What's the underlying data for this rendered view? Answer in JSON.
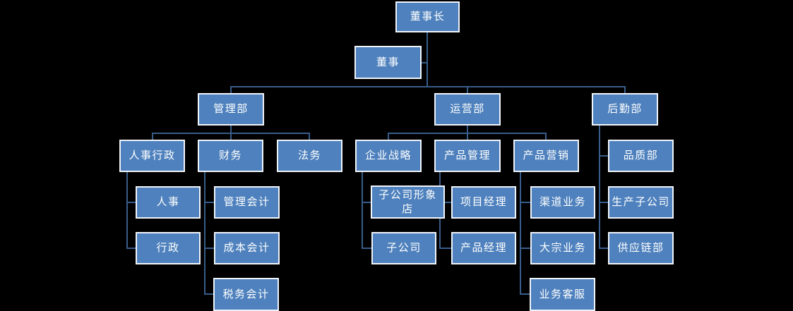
{
  "diagram": {
    "type": "org-chart",
    "colors": {
      "background": "#000000",
      "node_fill": "#4E81BD",
      "node_border": "#F0F4FA",
      "connector": "#385D8A",
      "text": "#FFFFFF"
    }
  },
  "nodes": [
    {
      "id": "chairman",
      "label": "董事长",
      "parent": null
    },
    {
      "id": "director",
      "label": "董事",
      "parent": "chairman",
      "role": "assistant"
    },
    {
      "id": "management-dept",
      "label": "管理部",
      "parent": "chairman"
    },
    {
      "id": "operations-dept",
      "label": "运营部",
      "parent": "chairman"
    },
    {
      "id": "logistics-dept",
      "label": "后勤部",
      "parent": "chairman"
    },
    {
      "id": "hr-admin",
      "label": "人事行政",
      "parent": "management-dept"
    },
    {
      "id": "finance",
      "label": "财务",
      "parent": "management-dept"
    },
    {
      "id": "legal",
      "label": "法务",
      "parent": "management-dept"
    },
    {
      "id": "hr",
      "label": "人事",
      "parent": "hr-admin"
    },
    {
      "id": "admin",
      "label": "行政",
      "parent": "hr-admin"
    },
    {
      "id": "management-accounting",
      "label": "管理会计",
      "parent": "finance"
    },
    {
      "id": "cost-accounting",
      "label": "成本会计",
      "parent": "finance"
    },
    {
      "id": "tax-accounting",
      "label": "税务会计",
      "parent": "finance"
    },
    {
      "id": "corporate-strategy",
      "label": "企业战略",
      "parent": "operations-dept"
    },
    {
      "id": "product-management",
      "label": "产品管理",
      "parent": "operations-dept"
    },
    {
      "id": "product-marketing",
      "label": "产品营销",
      "parent": "operations-dept"
    },
    {
      "id": "subsidiary-image-store",
      "label": "子公司形象店",
      "parent": "corporate-strategy"
    },
    {
      "id": "subsidiary",
      "label": "子公司",
      "parent": "corporate-strategy"
    },
    {
      "id": "project-manager",
      "label": "项目经理",
      "parent": "product-management"
    },
    {
      "id": "product-manager",
      "label": "产品经理",
      "parent": "product-management"
    },
    {
      "id": "channel-business",
      "label": "渠道业务",
      "parent": "product-marketing"
    },
    {
      "id": "bulk-business",
      "label": "大宗业务",
      "parent": "product-marketing"
    },
    {
      "id": "business-customer-service",
      "label": "业务客服",
      "parent": "product-marketing"
    },
    {
      "id": "quality-dept",
      "label": "品质部",
      "parent": "logistics-dept"
    },
    {
      "id": "production-subsidiary",
      "label": "生产子公司",
      "parent": "logistics-dept"
    },
    {
      "id": "supply-chain-dept",
      "label": "供应链部",
      "parent": "logistics-dept"
    }
  ]
}
